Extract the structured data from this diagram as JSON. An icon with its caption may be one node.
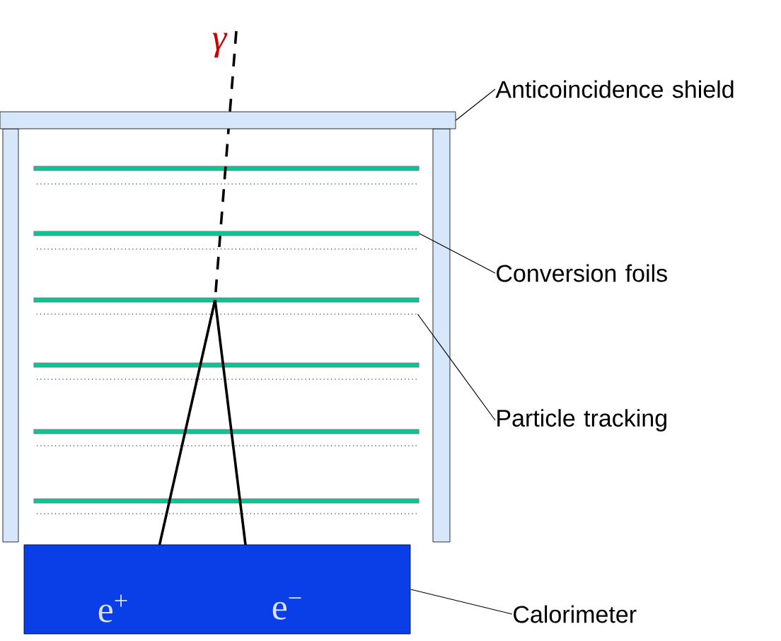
{
  "diagram": {
    "nodes": [
      {
        "text": [
          "Anticoincidence shield"
        ]
      },
      {
        "text": [],
        "shape": "box"
      },
      {
        "text": [
          "Conversion foils"
        ]
      },
      {
        "text": [],
        "shape": "bar"
      },
      {
        "text": [
          "Particle tracking"
        ]
      },
      {
        "text": [],
        "shape": "line"
      },
      {
        "text": [
          "Calorimeter"
        ]
      },
      {
        "text": [
          "e$^{+}$",
          "e$^{−}$"
        ]
      }
    ],
    "edges": [
      {
        "from": 0,
        "to": 1,
        "arrow": "none"
      },
      {
        "from": 2,
        "to": 3,
        "arrow": "none"
      },
      {
        "from": 4,
        "to": 5,
        "arrow": "none"
      },
      {
        "from": 6,
        "to": 7,
        "arrow": "none"
      }
    ],
    "labels": [
      "γ"
    ]
  }
}
